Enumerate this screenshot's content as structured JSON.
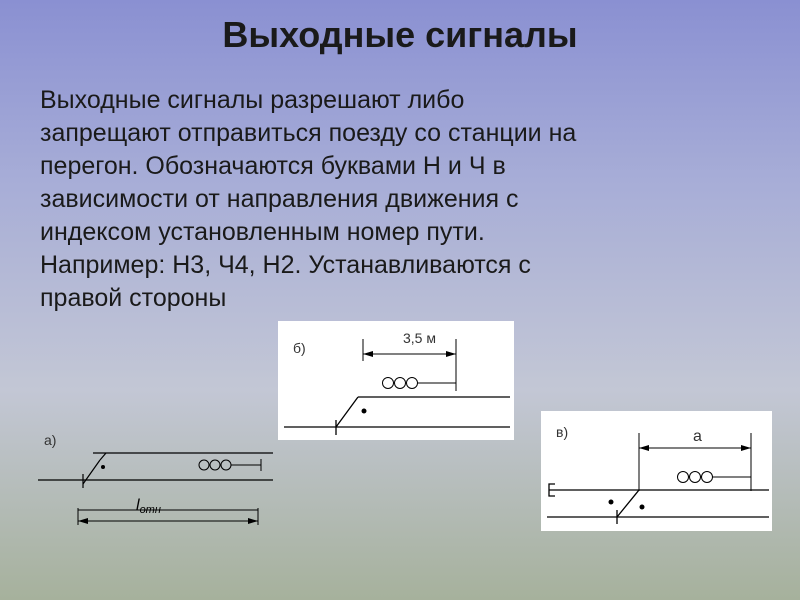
{
  "slide": {
    "title": "Выходные сигналы",
    "body_lines": [
      "Выходные сигналы разрешают либо",
      "запрещают отправиться поезду со станции на",
      "перегон. Обозначаются буквами Н и Ч в",
      "зависимости от направления движения с",
      "индексом установленным номер пути.",
      "Например: Н3, Ч4, Н2. Устанавливаются с",
      "правой стороны"
    ]
  },
  "diagrams": {
    "a": {
      "label": "а)",
      "dimension_label": "l",
      "dimension_subscript": "отн"
    },
    "b": {
      "label": "б)",
      "dimension_label": "3,5 м"
    },
    "v": {
      "label": "в)",
      "dimension_label": "а"
    }
  },
  "colors": {
    "line": "#000000",
    "panel": "#ffffff",
    "text": "#1a1a1a"
  }
}
